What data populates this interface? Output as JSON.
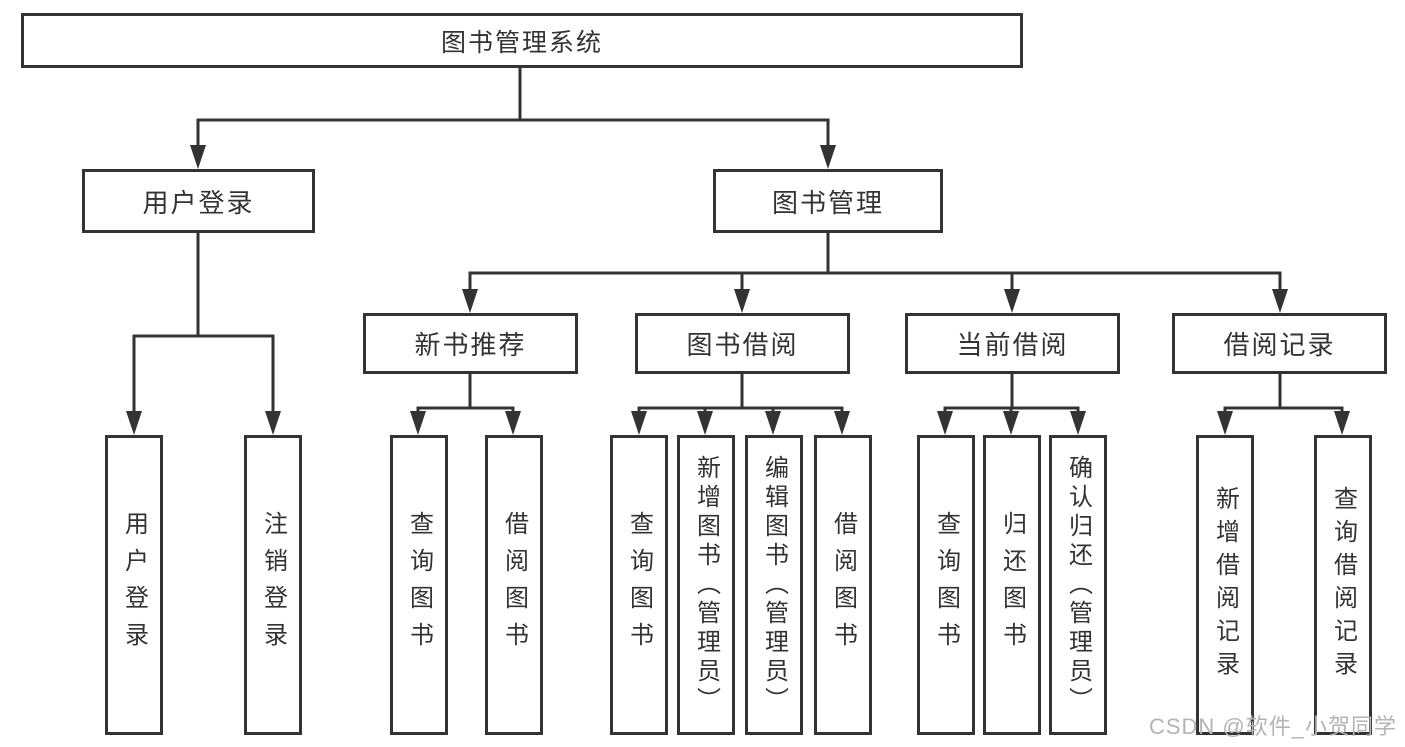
{
  "diagram": {
    "root": {
      "label": "图书管理系统"
    },
    "level2": [
      {
        "label": "用户登录"
      },
      {
        "label": "图书管理"
      }
    ],
    "level3": [
      {
        "label": "新书推荐",
        "parent": "图书管理"
      },
      {
        "label": "图书借阅",
        "parent": "图书管理"
      },
      {
        "label": "当前借阅",
        "parent": "图书管理"
      },
      {
        "label": "借阅记录",
        "parent": "图书管理"
      }
    ],
    "leaves": [
      {
        "label": "用户登录",
        "parent": "用户登录"
      },
      {
        "label": "注销登录",
        "parent": "用户登录"
      },
      {
        "label": "查询图书",
        "parent": "新书推荐"
      },
      {
        "label": "借阅图书",
        "parent": "新书推荐"
      },
      {
        "label": "查询图书",
        "parent": "图书借阅"
      },
      {
        "label": "新增图书（管理员）",
        "parent": "图书借阅"
      },
      {
        "label": "编辑图书（管理员）",
        "parent": "图书借阅"
      },
      {
        "label": "借阅图书",
        "parent": "图书借阅"
      },
      {
        "label": "查询图书",
        "parent": "当前借阅"
      },
      {
        "label": "归还图书",
        "parent": "当前借阅"
      },
      {
        "label": "确认归还（管理员）",
        "parent": "当前借阅"
      },
      {
        "label": "新增借阅记录",
        "parent": "借阅记录"
      },
      {
        "label": "查询借阅记录",
        "parent": "借阅记录"
      }
    ],
    "watermark": "CSDN @软件_小贺同学",
    "colors": {
      "line": "#333333",
      "text": "#333333",
      "background": "#ffffff",
      "watermark": "#b5b3b3"
    }
  }
}
